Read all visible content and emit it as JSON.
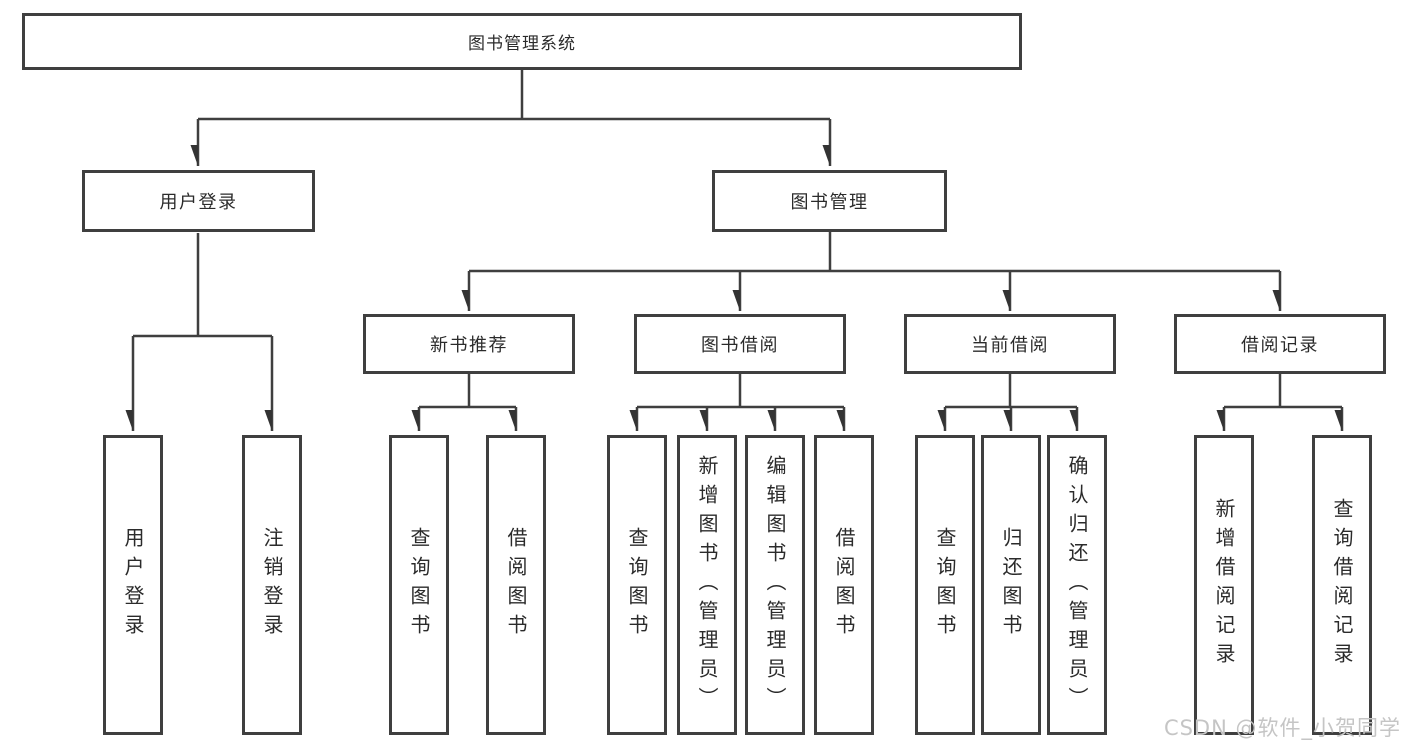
{
  "diagram": {
    "title": "图书管理系统",
    "nodes": {
      "root": "图书管理系统",
      "user_login": "用户登录",
      "book_management": "图书管理",
      "new_book_rec": "新书推荐",
      "book_borrow": "图书借阅",
      "current_borrow": "当前借阅",
      "borrow_records": "借阅记录",
      "leaf_user_login": "用户登录",
      "leaf_logout": "注销登录",
      "rec_query_books": "查询图书",
      "rec_borrow_books": "借阅图书",
      "bb_query_books": "查询图书",
      "bb_add_books": "新增图书（管理员）",
      "bb_edit_books": "编辑图书（管理员）",
      "bb_borrow_books": "借阅图书",
      "cb_query_books": "查询图书",
      "cb_return_books": "归还图书",
      "cb_confirm_return": "确认归还（管理员）",
      "br_add_record": "新增借阅记录",
      "br_query_record": "查询借阅记录"
    },
    "colors": {
      "line": "#3f3f3f",
      "border": "#3f3f3f",
      "text": "#2b2b2b",
      "watermark": "#c5c5c5",
      "background": "#ffffff"
    }
  },
  "watermark": "CSDN @软件_小贺同学"
}
